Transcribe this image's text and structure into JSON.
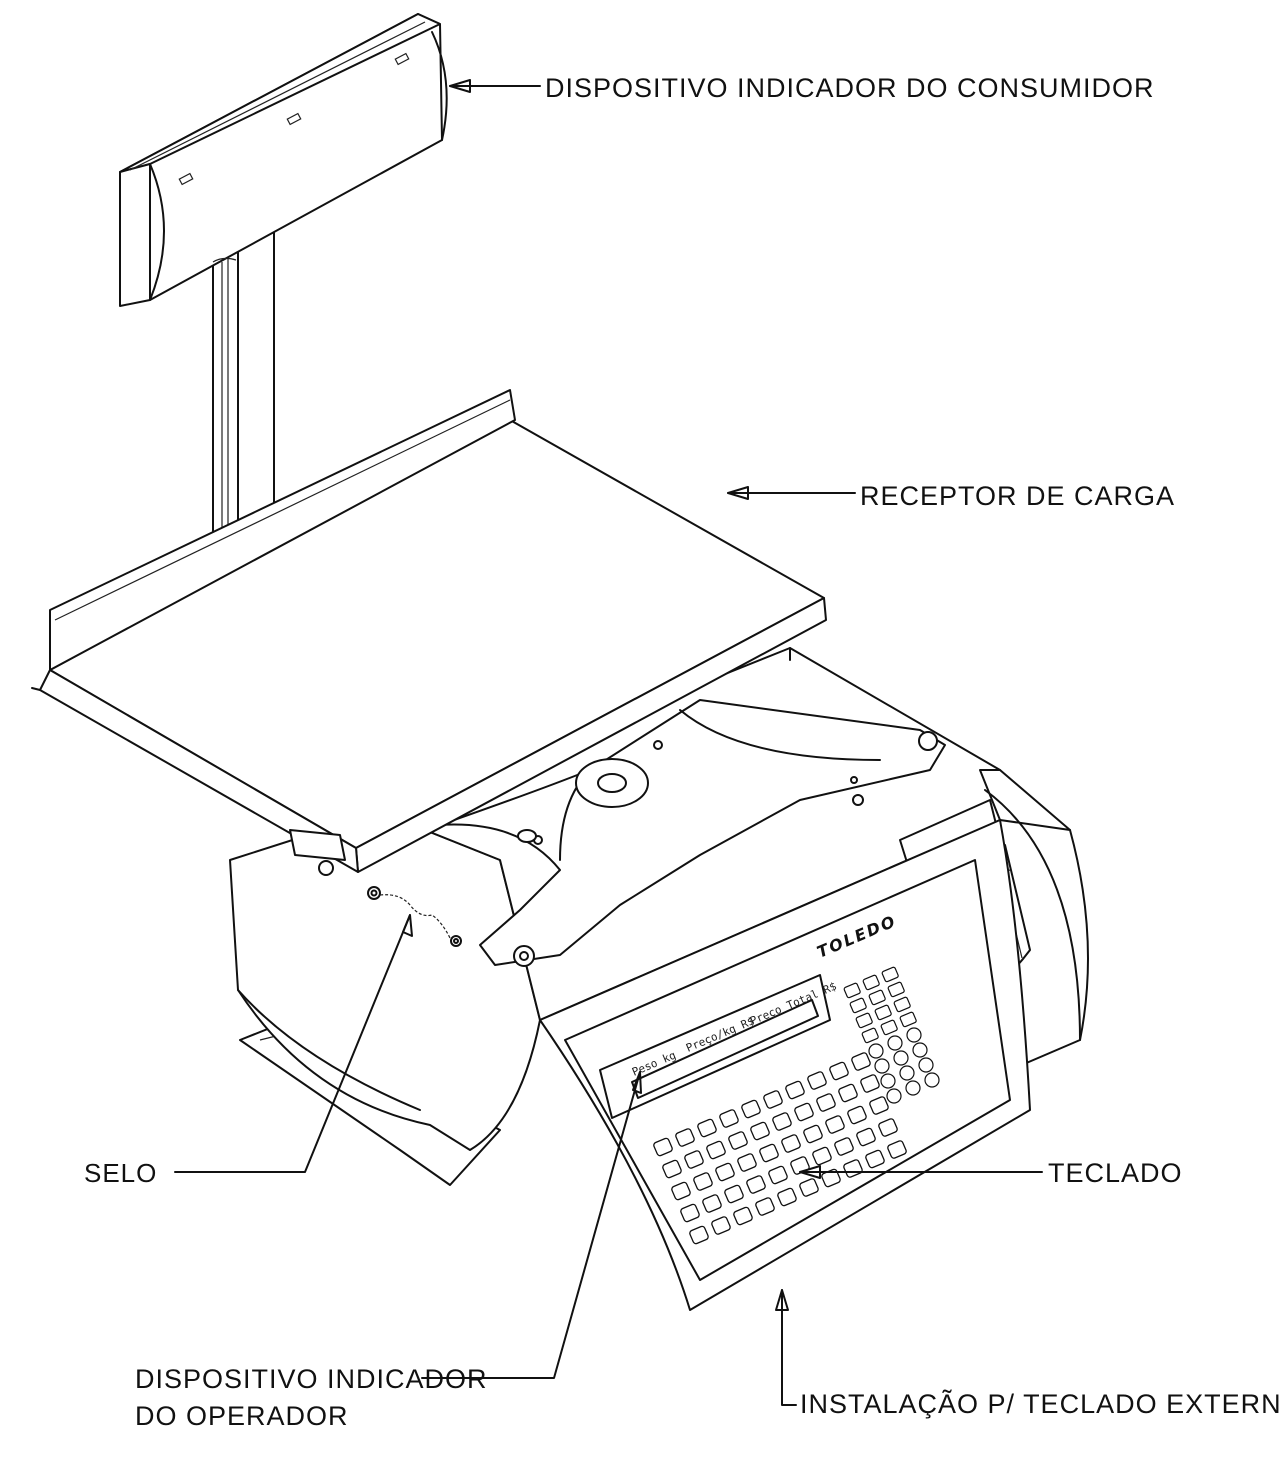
{
  "labels": {
    "customer_display": "DISPOSITIVO INDICADOR DO CONSUMIDOR",
    "load_receptor": "RECEPTOR DE CARGA",
    "seal": "SELO",
    "keyboard": "TECLADO",
    "operator_display_line1": "DISPOSITIVO INDICADOR",
    "operator_display_line2": "DO OPERADOR",
    "external_keyboard": "INSTALAÇÃO P/ TECLADO EXTERNO"
  },
  "device": {
    "brand": "TOLEDO",
    "display_fields": [
      "Peso kg",
      "Preço/kg R$",
      "Preço Total R$"
    ]
  },
  "colors": {
    "ink": "#111111",
    "paper": "#ffffff"
  }
}
